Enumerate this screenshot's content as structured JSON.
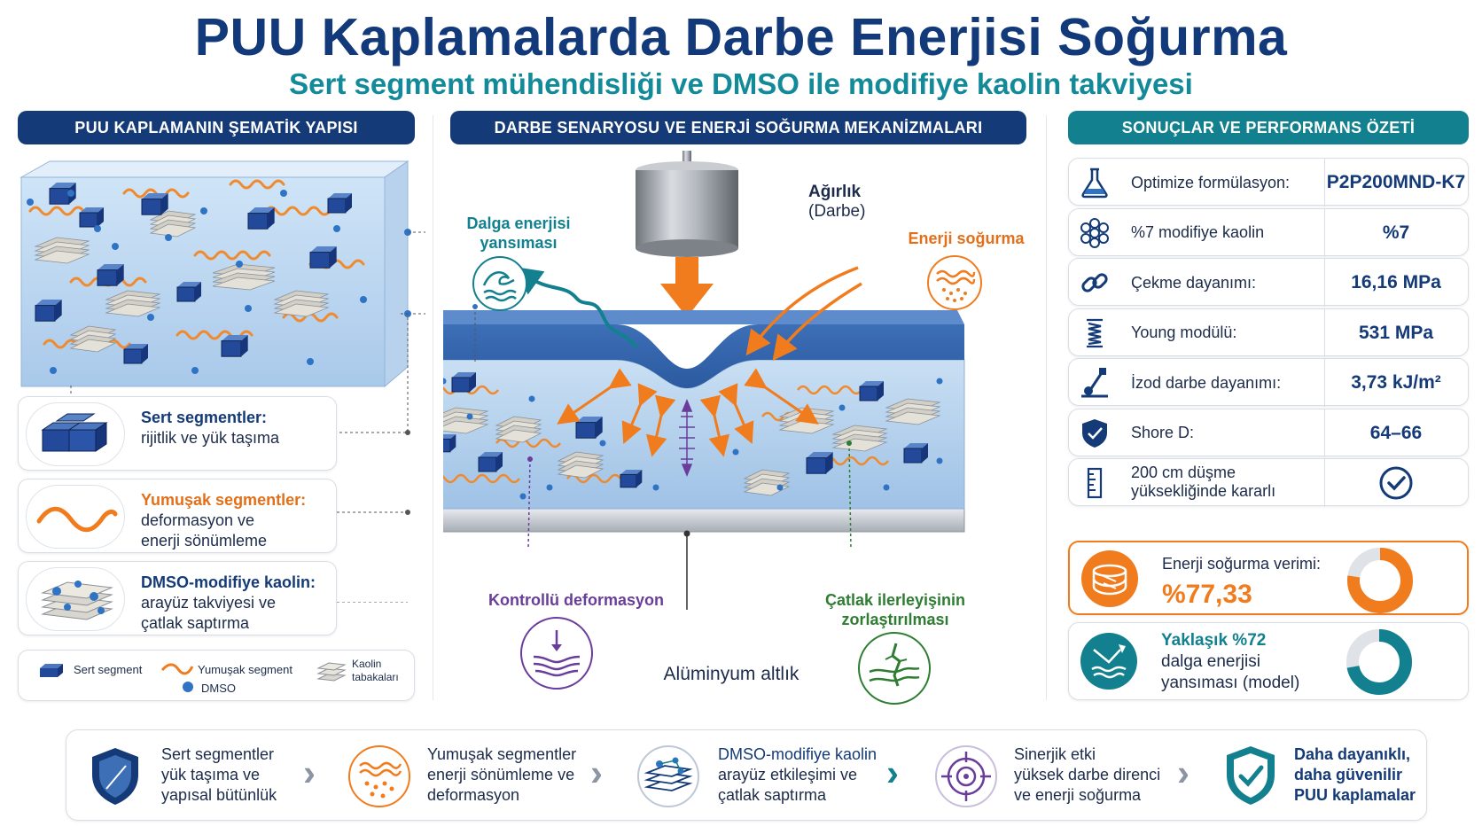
{
  "title": "PUU Kaplamalarda Darbe Enerjisi Soğurma",
  "subtitle": "Sert segment mühendisliği ve DMSO ile modifiye kaolin takviyesi",
  "colors": {
    "navy": "#143a78",
    "teal": "#12808e",
    "orange": "#f07c1e",
    "purple": "#6a3d9a",
    "green": "#2e7d32"
  },
  "left_panel": {
    "header": "PUU KAPLAMANIN ŞEMATİK YAPISI",
    "components": [
      {
        "title": "Sert segmentler:",
        "line1": "rijitlik ve yük taşıma",
        "line2": ""
      },
      {
        "title": "Yumuşak segmentler:",
        "line1": "deformasyon ve",
        "line2": "enerji sönümleme"
      },
      {
        "title": "DMSO-modifiye kaolin:",
        "line1": "arayüz takviyesi ve",
        "line2": "çatlak saptırma"
      }
    ],
    "legend": {
      "hard": "Sert segment",
      "soft": "Yumuşak segment",
      "dmso": "DMSO",
      "kaolin_1": "Kaolin",
      "kaolin_2": "tabakaları"
    }
  },
  "middle_panel": {
    "header": "DARBE SENARYOSU VE ENERJİ SOĞURMA MEKANİZMALARI",
    "weight_1": "Ağırlık",
    "weight_2": "(Darbe)",
    "wave_1": "Dalga enerjisi",
    "wave_2": "yansıması",
    "absorb": "Enerji soğurma",
    "controlled": "Kontrollü deformasyon",
    "crack_1": "Çatlak ilerleyişinin",
    "crack_2": "zorlaştırılması",
    "substrate": "Alüminyum altlık"
  },
  "right_panel": {
    "header": "SONUÇLAR VE PERFORMANS ÖZETİ",
    "rows": [
      {
        "icon": "flask-icon",
        "label": "Optimize formülasyon:",
        "label2": "",
        "value": "P2P200MND-K7"
      },
      {
        "icon": "kaolin-hex-icon",
        "label": "%7 modifiye kaolin",
        "label2": "",
        "value": "%7"
      },
      {
        "icon": "chain-link-icon",
        "label": "Çekme dayanımı:",
        "label2": "",
        "value": "16,16 MPa"
      },
      {
        "icon": "spring-icon",
        "label": "Young modülü:",
        "label2": "",
        "value": "531 MPa"
      },
      {
        "icon": "pendulum-icon",
        "label": "İzod darbe dayanımı:",
        "label2": "",
        "value": "3,73 kJ/m²"
      },
      {
        "icon": "shield-icon",
        "label": "Shore D:",
        "label2": "",
        "value": "64–66"
      },
      {
        "icon": "ruler-icon",
        "label": "200 cm düşme",
        "label2": "yüksekliğinde kararlı",
        "value": "check-circle-icon"
      }
    ],
    "absorb_label": "Enerji soğurma verimi:",
    "absorb_value": "%77,33",
    "absorb_fraction": 0.7733,
    "reflect_1": "Yaklaşık %72",
    "reflect_2": "dalga enerjisi",
    "reflect_3": "yansıması (model)",
    "reflect_fraction": 0.72
  },
  "footer": [
    {
      "icon": "shield-icon",
      "l1": "Sert segmentler",
      "l2": "yük taşıma ve",
      "l3": "yapısal bütünlük"
    },
    {
      "icon": "energy-damping-icon",
      "l1": "Yumuşak segmentler",
      "l2": "enerji sönümleme ve",
      "l3": "deformasyon"
    },
    {
      "icon": "kaolin-layers-icon",
      "l1": "DMSO-modifiye kaolin",
      "l2": "arayüz etkileşimi ve",
      "l3": "çatlak saptırma"
    },
    {
      "icon": "target-icon",
      "l1": "Sinerjik etki",
      "l2": "yüksek darbe direnci",
      "l3": "ve enerji soğurma"
    },
    {
      "icon": "check-shield-icon",
      "l1": "Daha dayanıklı,",
      "l2": "daha güvenilir",
      "l3": "PUU kaplamalar"
    }
  ]
}
